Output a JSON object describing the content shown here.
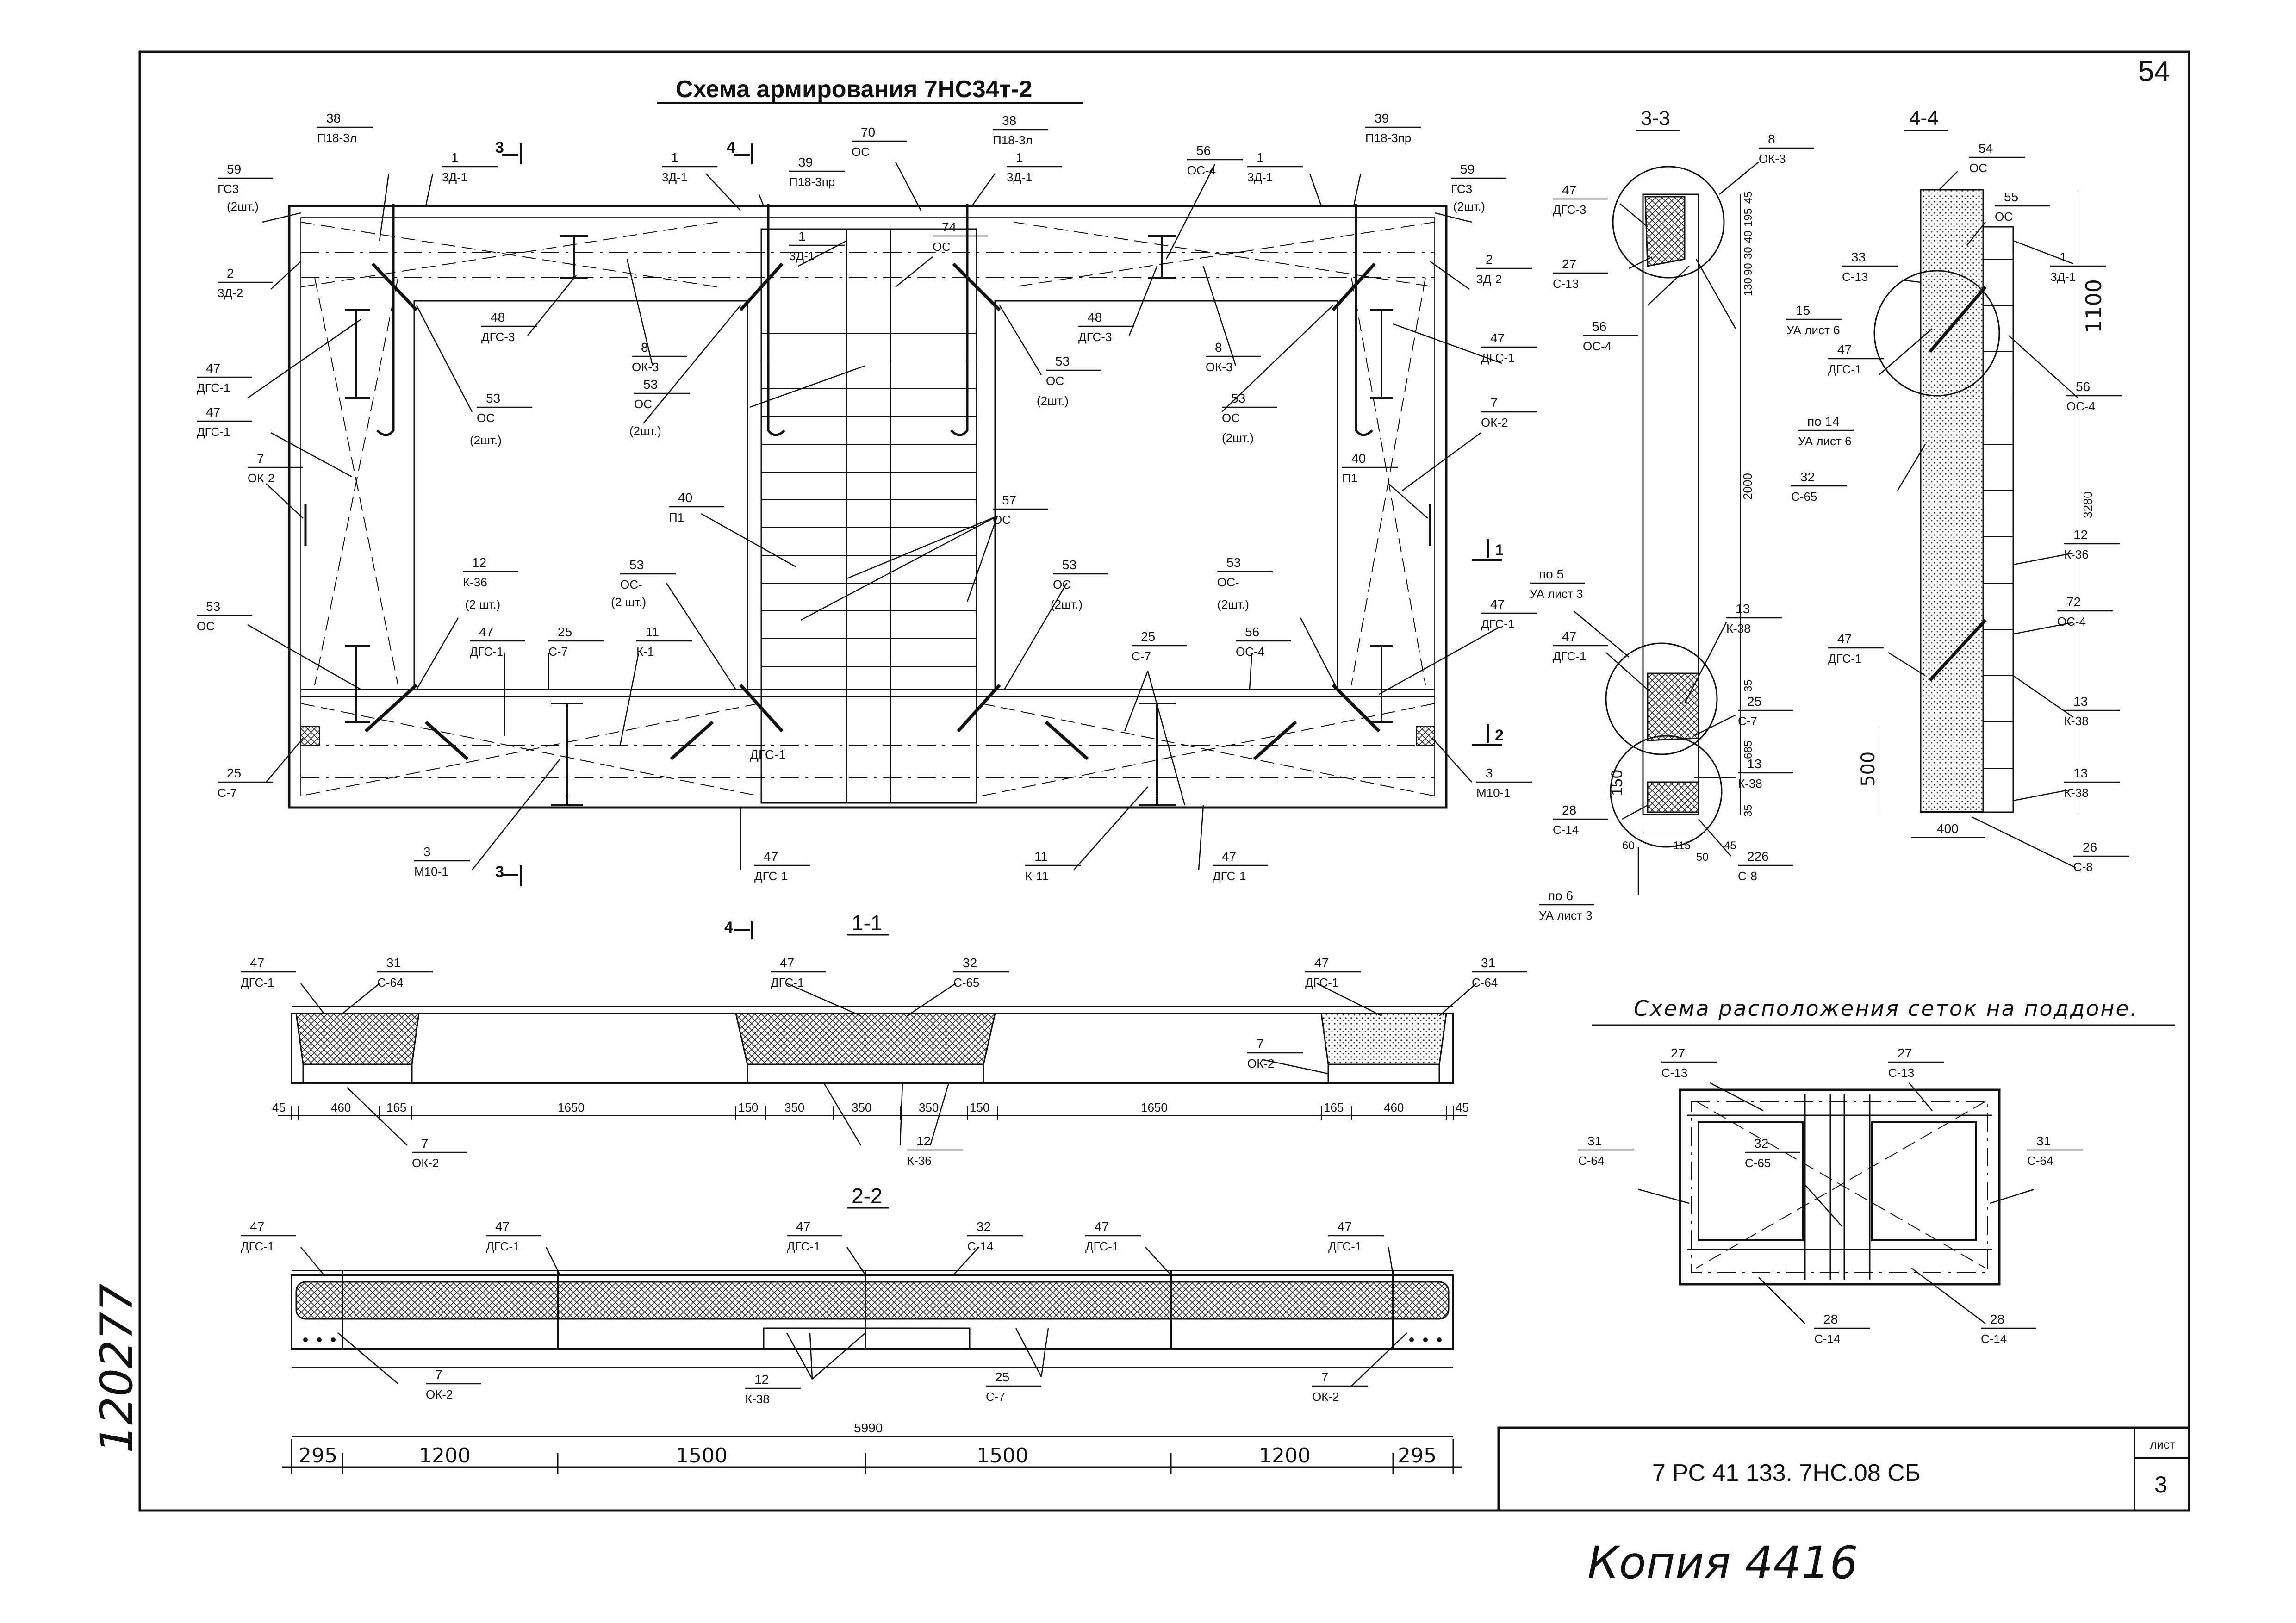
{
  "sheet_number": "54",
  "main_title": "Схема армирования 7НС34т-2",
  "tray_title": "Схема расположения сеток на поддоне.",
  "title_block": {
    "code": "7 РС 41 133. 7НС.08 СБ",
    "sheet_label": "лист",
    "sheet_value": "3"
  },
  "handwritten": {
    "left": "120277",
    "bottom": "Копия 4416"
  },
  "section_titles": {
    "s11": "1-1",
    "s22": "2-2",
    "s33": "3-3",
    "s44": "4-4"
  },
  "section_marks": {
    "m1": "1",
    "m2": "2",
    "m3": "3",
    "m4": "4"
  },
  "plan_callouts": [
    {
      "n": "38",
      "c": "П18-3л"
    },
    {
      "n": "1",
      "c": "3Д-1"
    },
    {
      "n": "1",
      "c": "3Д-1"
    },
    {
      "n": "39",
      "c": "П18-3пр"
    },
    {
      "n": "70",
      "c": "ОС"
    },
    {
      "n": "38",
      "c": "П18-3л"
    },
    {
      "n": "1",
      "c": "3Д-1"
    },
    {
      "n": "56",
      "c": "ОС-4"
    },
    {
      "n": "1",
      "c": "3Д-1"
    },
    {
      "n": "39",
      "c": "П18-3пр"
    },
    {
      "n": "59",
      "c": "ГС3"
    },
    {
      "n": "59",
      "c": "ГС3"
    },
    {
      "n": "2",
      "c": "3Д-2"
    },
    {
      "n": "2",
      "c": "3Д-2"
    },
    {
      "n": "1",
      "c": "3Д-1"
    },
    {
      "n": "74",
      "c": "ОС"
    },
    {
      "n": "48",
      "c": "ДГС-3"
    },
    {
      "n": "8",
      "c": "ОК-3"
    },
    {
      "n": "48",
      "c": "ДГС-3"
    },
    {
      "n": "8",
      "c": "ОК-3"
    },
    {
      "n": "47",
      "c": "ДГС-1"
    },
    {
      "n": "47",
      "c": "ДГС-1"
    },
    {
      "n": "53",
      "c": "ОС"
    },
    {
      "n": "53",
      "c": "ОС"
    },
    {
      "n": "53",
      "c": "ОС"
    },
    {
      "n": "53",
      "c": "ОС"
    },
    {
      "n": "47",
      "c": "ДГС-1"
    },
    {
      "n": "7",
      "c": "ОК-2"
    },
    {
      "n": "7",
      "c": "ОК-2"
    },
    {
      "n": "40",
      "c": "П1"
    },
    {
      "n": "40",
      "c": "П1"
    },
    {
      "n": "57",
      "c": "ОС"
    },
    {
      "n": "12",
      "c": "К-36"
    },
    {
      "n": "53",
      "c": "ОС-"
    },
    {
      "n": "53",
      "c": "ОС"
    },
    {
      "n": "53",
      "c": "ОС-"
    },
    {
      "n": "53",
      "c": "ОС"
    },
    {
      "n": "47",
      "c": "ДГС-1"
    },
    {
      "n": "47",
      "c": "ДГС-1"
    },
    {
      "n": "25",
      "c": "С-7"
    },
    {
      "n": "11",
      "c": "К-1"
    },
    {
      "n": "25",
      "c": "С-7"
    },
    {
      "n": "56",
      "c": "ОС-4"
    },
    {
      "n": "25",
      "c": "С-7"
    },
    {
      "n": "3",
      "c": "М10-1"
    },
    {
      "n": "3",
      "c": "М10-1"
    },
    {
      "n": "47",
      "c": "ДГС-1"
    },
    {
      "n": "11",
      "c": "К-11"
    },
    {
      "n": "47",
      "c": "ДГС-1"
    },
    {
      "n": "26",
      "c": "С-8"
    }
  ],
  "plan_qty": [
    "(2шт.)",
    "(2шт.)",
    "(2шт.)",
    "(2шт.)",
    "(2 шт.)",
    "(2 шт.)",
    "(2шт.)",
    "(2шт.)",
    "(2шт.)",
    "(2шт.)"
  ],
  "plan_lone": {
    "dgs1": "ДГС-1",
    "k36": "К-36"
  },
  "sec11": {
    "callouts": [
      {
        "n": "47",
        "c": "ДГС-1"
      },
      {
        "n": "31",
        "c": "С-64"
      },
      {
        "n": "47",
        "c": "ДГС-1"
      },
      {
        "n": "32",
        "c": "С-65"
      },
      {
        "n": "47",
        "c": "ДГС-1"
      },
      {
        "n": "31",
        "c": "С-64"
      },
      {
        "n": "7",
        "c": "ОК-2"
      },
      {
        "n": "7",
        "c": "ОК-2"
      },
      {
        "n": "12",
        "c": "К-36"
      }
    ],
    "dims": [
      "45",
      "460",
      "165",
      "1650",
      "150",
      "350",
      "350",
      "350",
      "150",
      "1650",
      "165",
      "460",
      "45"
    ]
  },
  "sec22": {
    "callouts": [
      {
        "n": "47",
        "c": "ДГС-1"
      },
      {
        "n": "47",
        "c": "ДГС-1"
      },
      {
        "n": "47",
        "c": "ДГС-1"
      },
      {
        "n": "32",
        "c": "С-14"
      },
      {
        "n": "47",
        "c": "ДГС-1"
      },
      {
        "n": "47",
        "c": "ДГС-1"
      },
      {
        "n": "7",
        "c": "ОК-2"
      },
      {
        "n": "12",
        "c": "К-38"
      },
      {
        "n": "25",
        "c": "С-7"
      },
      {
        "n": "7",
        "c": "ОК-2"
      }
    ],
    "total": "5990",
    "dims": [
      "295",
      "1200",
      "1500",
      "1500",
      "1200",
      "295"
    ]
  },
  "sec33": {
    "callouts": [
      {
        "n": "8",
        "c": "ОК-3"
      },
      {
        "n": "47",
        "c": "ДГС-3"
      },
      {
        "n": "27",
        "c": "С-13"
      },
      {
        "n": "56",
        "c": "ОС-4"
      },
      {
        "n": "15",
        "c": "УА лист 6"
      },
      {
        "n": "по 5",
        "c": "УА лист 3"
      },
      {
        "n": "47",
        "c": "ДГС-1"
      },
      {
        "n": "13",
        "c": "К-38"
      },
      {
        "n": "25",
        "c": "С-7"
      },
      {
        "n": "13",
        "c": "К-38"
      },
      {
        "n": "28",
        "c": "С-14"
      },
      {
        "n": "226",
        "c": "С-8"
      },
      {
        "n": "по 6",
        "c": "УА лист 3"
      }
    ],
    "vdims": [
      "45",
      "195",
      "40",
      "30",
      "90",
      "130",
      "2000",
      "35",
      "685",
      "35"
    ],
    "hdims": [
      "60",
      "115",
      "50",
      "45"
    ],
    "d150": "150"
  },
  "sec44": {
    "callouts": [
      {
        "n": "54",
        "c": "ОС"
      },
      {
        "n": "55",
        "c": "ОС"
      },
      {
        "n": "33",
        "c": "С-13"
      },
      {
        "n": "1",
        "c": "3Д-1"
      },
      {
        "n": "47",
        "c": "ДГС-1"
      },
      {
        "n": "по 14",
        "c": "УА лист 6"
      },
      {
        "n": "56",
        "c": "ОС-4"
      },
      {
        "n": "32",
        "c": "С-65"
      },
      {
        "n": "12",
        "c": "К-36"
      },
      {
        "n": "72",
        "c": "ОС-4"
      },
      {
        "n": "47",
        "c": "ДГС-1"
      },
      {
        "n": "13",
        "c": "К-38"
      },
      {
        "n": "13",
        "c": "К-38"
      },
      {
        "n": "26",
        "c": "С-8"
      }
    ],
    "dims": [
      "1100",
      "3280",
      "500",
      "400"
    ]
  },
  "tray": {
    "callouts": [
      {
        "n": "27",
        "c": "С-13"
      },
      {
        "n": "27",
        "c": "С-13"
      },
      {
        "n": "31",
        "c": "С-64"
      },
      {
        "n": "32",
        "c": "С-65"
      },
      {
        "n": "31",
        "c": "С-64"
      },
      {
        "n": "28",
        "c": "С-14"
      },
      {
        "n": "28",
        "c": "С-14"
      }
    ]
  }
}
